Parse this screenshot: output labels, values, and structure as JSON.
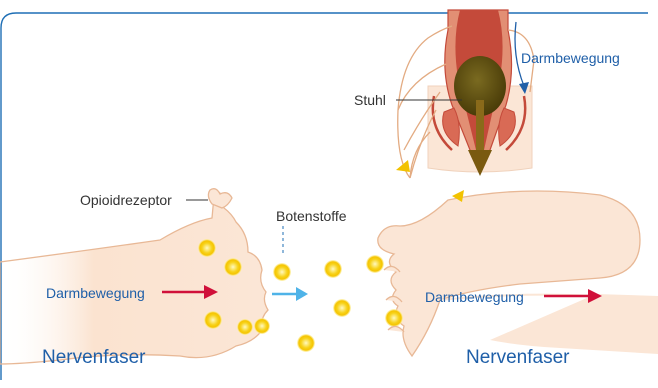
{
  "labels": {
    "stool": "Stuhl",
    "bowel_movement_top": "Darmbewegung",
    "opioid_receptor": "Opioidrezeptor",
    "neurotransmitters": "Botenstoffe",
    "bowel_movement_left": "Darmbewegung",
    "bowel_movement_right": "Darmbewegung",
    "nerve_fiber_left": "Nervenfaser",
    "nerve_fiber_right": "Nervenfaser"
  },
  "colors": {
    "frame": "#1f6fb5",
    "label_blue": "#1f5fa8",
    "label_dark": "#333333",
    "nerve_fill": "#fbe6d6",
    "nerve_stroke": "#e8b896",
    "dot_fill": "#f5c400",
    "dot_glow": "#fff6b0",
    "arrow_red": "#d0103a",
    "arrow_light_blue": "#4fb3e8",
    "arrow_yellow": "#f2c200",
    "stool": "#5a4a10",
    "intestine": "#c44a3a"
  }
}
